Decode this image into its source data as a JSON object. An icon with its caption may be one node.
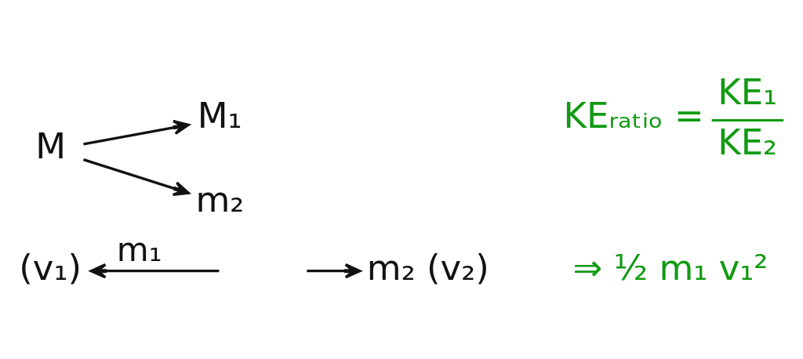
{
  "diagram": {
    "nodes": [
      {
        "text": [
          "M"
        ]
      },
      {
        "text": [
          "M₁"
        ]
      },
      {
        "text": [
          "m₂"
        ]
      },
      {
        "text": [
          "(v₁)"
        ]
      },
      {
        "text": [
          "m₂ (v₂)"
        ]
      }
    ],
    "edges": [
      {
        "from": 0,
        "to": 1,
        "arrow": "to"
      },
      {
        "from": 0,
        "to": 2,
        "arrow": "to"
      },
      {
        "from": null,
        "to": 3,
        "arrow": "to",
        "label": "m₁"
      },
      {
        "from": null,
        "to": 4,
        "arrow": "to"
      }
    ],
    "labels": [
      "KEᵣₐₜᵢₒ =",
      "KE₁",
      "KE₂",
      "⇒ ½ m₁ v₁²"
    ]
  }
}
